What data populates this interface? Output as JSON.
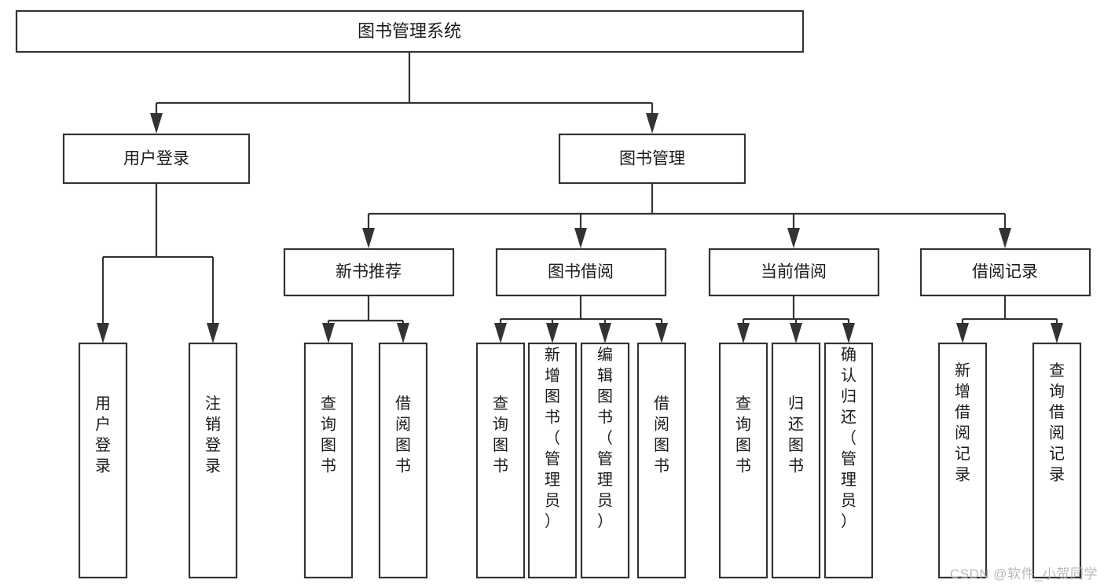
{
  "diagram": {
    "title": "图书管理系统",
    "type": "tree",
    "orientation": "top-down",
    "colors": {
      "box_fill": "#ffffff",
      "box_stroke": "#333333",
      "text": "#1a1a1a",
      "background": "#ffffff",
      "watermark": "#b9b9b9"
    },
    "root": {
      "label": "图书管理系统",
      "level": 1
    },
    "level2": [
      {
        "label": "用户登录"
      },
      {
        "label": "图书管理"
      }
    ],
    "level3": [
      {
        "label": "新书推荐"
      },
      {
        "label": "图书借阅"
      },
      {
        "label": "当前借阅"
      },
      {
        "label": "借阅记录"
      }
    ],
    "leaves": {
      "user_login": [
        {
          "label": "用户登录"
        },
        {
          "label": "注销登录"
        }
      ],
      "new_book_recommend": [
        {
          "label": "查询图书"
        },
        {
          "label": "借阅图书"
        }
      ],
      "book_borrow": [
        {
          "label": "查询图书"
        },
        {
          "label": "新增图书（管理员）"
        },
        {
          "label": "编辑图书（管理员）"
        },
        {
          "label": "借阅图书"
        }
      ],
      "current_borrow": [
        {
          "label": "查询图书"
        },
        {
          "label": "归还图书"
        },
        {
          "label": "确认归还（管理员）"
        }
      ],
      "borrow_record": [
        {
          "label": "新增借阅记录"
        },
        {
          "label": "查询借阅记录"
        }
      ]
    }
  },
  "watermark": {
    "text": "CSDN @软件_小贺同学"
  }
}
